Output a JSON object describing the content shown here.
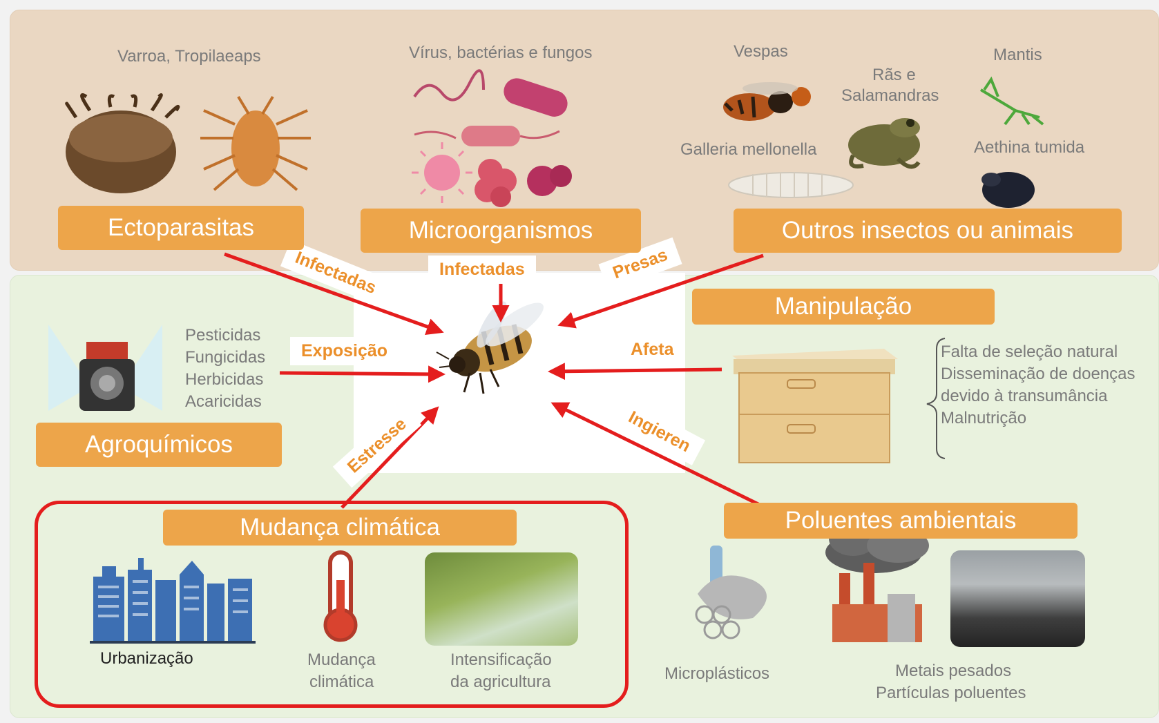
{
  "categories": {
    "ectoparasites": "Ectoparasitas",
    "microorganisms": "Microorganismos",
    "other_animals": "Outros insectos ou animais",
    "handling": "Manipulação",
    "agrochemicals": "Agroquímicos",
    "climate_change": "Mudança climática",
    "pollutants": "Poluentes ambientais"
  },
  "labels": {
    "mites": "Varroa, Tropilaeaps",
    "microbes": "Vírus, bactérias e fungos",
    "wasps": "Vespas",
    "frogs_line1": "Rãs e",
    "frogs_line2": "Salamandras",
    "mantis": "Mantis",
    "wax_moth": "Galleria mellonella",
    "beetle": "Aethina tumida",
    "pesticides": [
      "Pesticidas",
      "Fungicidas",
      "Herbicidas",
      "Acaricidas"
    ],
    "handling_items": [
      "Falta de seleção natural",
      "Disseminação de doenças",
      "devido à transumância",
      "Malnutrição"
    ],
    "urbanization": "Urbanização",
    "climate_line1": "Mudança",
    "climate_line2": "climática",
    "agri_line1": "Intensificação",
    "agri_line2": "da agricultura",
    "microplastics": "Microplásticos",
    "metals_line1": "Metais pesados",
    "metals_line2": "Partículas poluentes"
  },
  "arrows": {
    "infected1": "Infectadas",
    "infected2": "Infectadas",
    "prey": "Presas",
    "exposure": "Exposição",
    "affects": "Afeta",
    "stress": "Estresse",
    "ingest": "Ingieren"
  },
  "colors": {
    "box": "#eda54a",
    "arrow": "#e41d1d",
    "label": "#eb8f2a"
  }
}
